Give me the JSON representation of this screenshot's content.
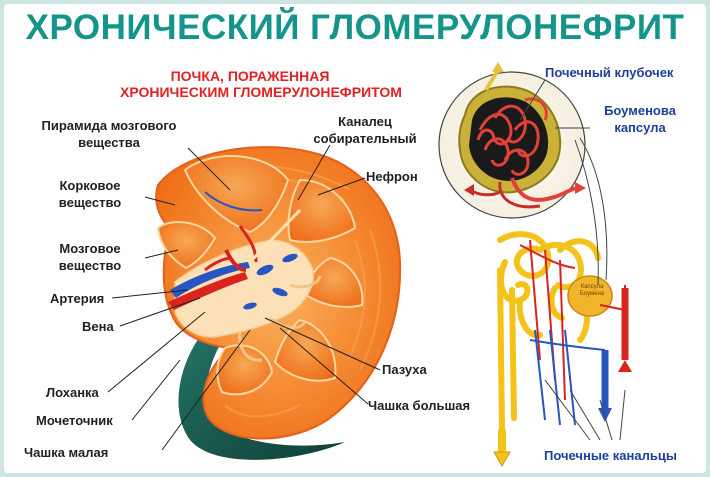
{
  "title": "ХРОНИЧЕСКИЙ ГЛОМЕРУЛОНЕФРИТ",
  "subtitle": {
    "line1": "ПОЧКА, ПОРАЖЕННАЯ",
    "line2": "ХРОНИЧЕСКИМ ГЛОМЕРУЛОНЕФРИТОМ"
  },
  "kidney_labels": {
    "pyramid": [
      "Пирамида мозгового",
      "вещества"
    ],
    "cortex": [
      "Корковое",
      "вещество"
    ],
    "medulla": [
      "Мозговое",
      "вещество"
    ],
    "artery": "Артерия",
    "vein": "Вена",
    "pelvis": "Лоханка",
    "ureter": "Мочеточник",
    "minor_calyx": "Чашка малая",
    "collecting_duct": [
      "Каналец",
      "собирательный"
    ],
    "nephron": "Нефрон",
    "sinus": "Пазуха",
    "major_calyx": "Чашка большая"
  },
  "nephron_labels": {
    "glomerulus": "Почечный клубочек",
    "bowman": [
      "Боуменова",
      "капсула"
    ],
    "tubules": "Почечные канальцы",
    "capsule_inner": [
      "Капсула",
      "Боумена"
    ]
  },
  "colors": {
    "title": "#14948a",
    "subtitle": "#e02222",
    "label": "#222222",
    "nephron_label": "#1d3f97",
    "cortex": "#f27a1c",
    "medulla": "#f6a24a",
    "pelvis": "#fbe0b8",
    "artery": "#d8241c",
    "vein": "#2756c2",
    "ureter": "#1c5e52",
    "tubule": "#f3c21b"
  }
}
